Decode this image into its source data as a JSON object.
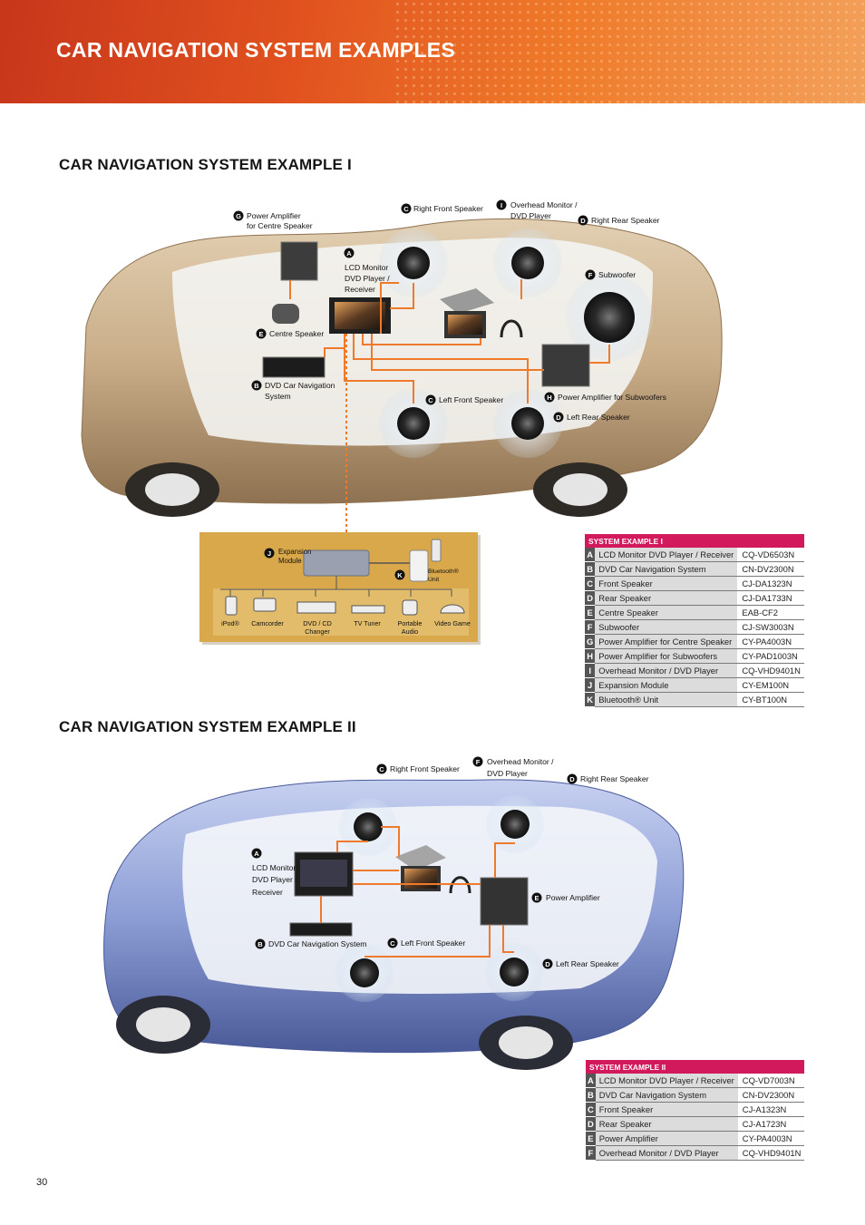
{
  "page_title": "CAR NAVIGATION SYSTEM EXAMPLES",
  "section1_title": "CAR NAVIGATION SYSTEM EXAMPLE I",
  "section2_title": "CAR NAVIGATION SYSTEM EXAMPLE II",
  "page_number": "30",
  "diagram1": {
    "labels": {
      "g": {
        "badge": "G",
        "line1": "Power Amplifier",
        "line2": "for Centre Speaker"
      },
      "c_top": {
        "badge": "C",
        "line1": "Right Front Speaker"
      },
      "i": {
        "badge": "I",
        "line1": "Overhead Monitor /",
        "line2": "DVD Player"
      },
      "d_top": {
        "badge": "D",
        "line1": "Right Rear Speaker"
      },
      "a": {
        "badge": "A",
        "line1": "LCD Monitor",
        "line2": "DVD Player /",
        "line3": "Receiver"
      },
      "f": {
        "badge": "F",
        "line1": "Subwoofer"
      },
      "e": {
        "badge": "E",
        "line1": "Centre Speaker"
      },
      "b": {
        "badge": "B",
        "line1": "DVD Car Navigation",
        "line2": "System"
      },
      "c_bottom": {
        "badge": "C",
        "line1": "Left Front Speaker"
      },
      "h": {
        "badge": "H",
        "line1": "Power Amplifier for Subwoofers"
      },
      "d_bottom": {
        "badge": "D",
        "line1": "Left Rear Speaker"
      }
    },
    "expansion": {
      "j": {
        "badge": "J",
        "line1": "Expansion",
        "line2": "Module"
      },
      "k": {
        "badge": "K",
        "line1": "Bluetooth®",
        "line2": "Unit"
      },
      "sources": [
        {
          "line1": "iPod®",
          "line2": ""
        },
        {
          "line1": "Camcorder",
          "line2": ""
        },
        {
          "line1": "DVD / CD",
          "line2": "Changer"
        },
        {
          "line1": "TV Tuner",
          "line2": ""
        },
        {
          "line1": "Portable",
          "line2": "Audio"
        },
        {
          "line1": "Video Game",
          "line2": ""
        }
      ]
    }
  },
  "diagram2": {
    "labels": {
      "c_top": {
        "badge": "C",
        "line1": "Right Front Speaker"
      },
      "f": {
        "badge": "F",
        "line1": "Overhead Monitor /",
        "line2": "DVD Player"
      },
      "d_top": {
        "badge": "D",
        "line1": "Right Rear Speaker"
      },
      "a": {
        "badge": "A",
        "line1": "LCD Monitor",
        "line2": "DVD Player /",
        "line3": "Receiver"
      },
      "e": {
        "badge": "E",
        "line1": "Power Amplifier"
      },
      "b": {
        "badge": "B",
        "line1": "DVD Car Navigation System"
      },
      "c_bottom": {
        "badge": "C",
        "line1": "Left Front Speaker"
      },
      "d_bottom": {
        "badge": "D",
        "line1": "Left Rear Speaker"
      }
    }
  },
  "table1": {
    "header": "SYSTEM EXAMPLE I",
    "rows": [
      {
        "key": "A",
        "desc": "LCD Monitor DVD Player / Receiver",
        "model": "CQ-VD6503N"
      },
      {
        "key": "B",
        "desc": "DVD Car Navigation System",
        "model": "CN-DV2300N"
      },
      {
        "key": "C",
        "desc": "Front Speaker",
        "model": "CJ-DA1323N"
      },
      {
        "key": "D",
        "desc": "Rear Speaker",
        "model": "CJ-DA1733N"
      },
      {
        "key": "E",
        "desc": "Centre Speaker",
        "model": "EAB-CF2"
      },
      {
        "key": "F",
        "desc": "Subwoofer",
        "model": "CJ-SW3003N"
      },
      {
        "key": "G",
        "desc": "Power Amplifier for Centre Speaker",
        "model": "CY-PA4003N"
      },
      {
        "key": "H",
        "desc": "Power Amplifier for Subwoofers",
        "model": "CY-PAD1003N"
      },
      {
        "key": "I",
        "desc": "Overhead Monitor / DVD Player",
        "model": "CQ-VHD9401N"
      },
      {
        "key": "J",
        "desc": "Expansion Module",
        "model": "CY-EM100N"
      },
      {
        "key": "K",
        "desc": "Bluetooth® Unit",
        "model": "CY-BT100N"
      }
    ]
  },
  "table2": {
    "header": "SYSTEM EXAMPLE II",
    "rows": [
      {
        "key": "A",
        "desc": "LCD Monitor DVD Player / Receiver",
        "model": "CQ-VD7003N"
      },
      {
        "key": "B",
        "desc": "DVD Car Navigation System",
        "model": "CN-DV2300N"
      },
      {
        "key": "C",
        "desc": "Front Speaker",
        "model": "CJ-A1323N"
      },
      {
        "key": "D",
        "desc": "Rear Speaker",
        "model": "CJ-A1723N"
      },
      {
        "key": "E",
        "desc": "Power Amplifier",
        "model": "CY-PA4003N"
      },
      {
        "key": "F",
        "desc": "Overhead Monitor / DVD Player",
        "model": "CQ-VHD9401N"
      }
    ]
  },
  "colors": {
    "banner": "#e1521f",
    "accent_lines": "#f07a2c",
    "table_header": "#d1195b",
    "car1": "#c9ad88",
    "car2": "#8d9ed6",
    "expansion_panel": "#d9a84a"
  }
}
